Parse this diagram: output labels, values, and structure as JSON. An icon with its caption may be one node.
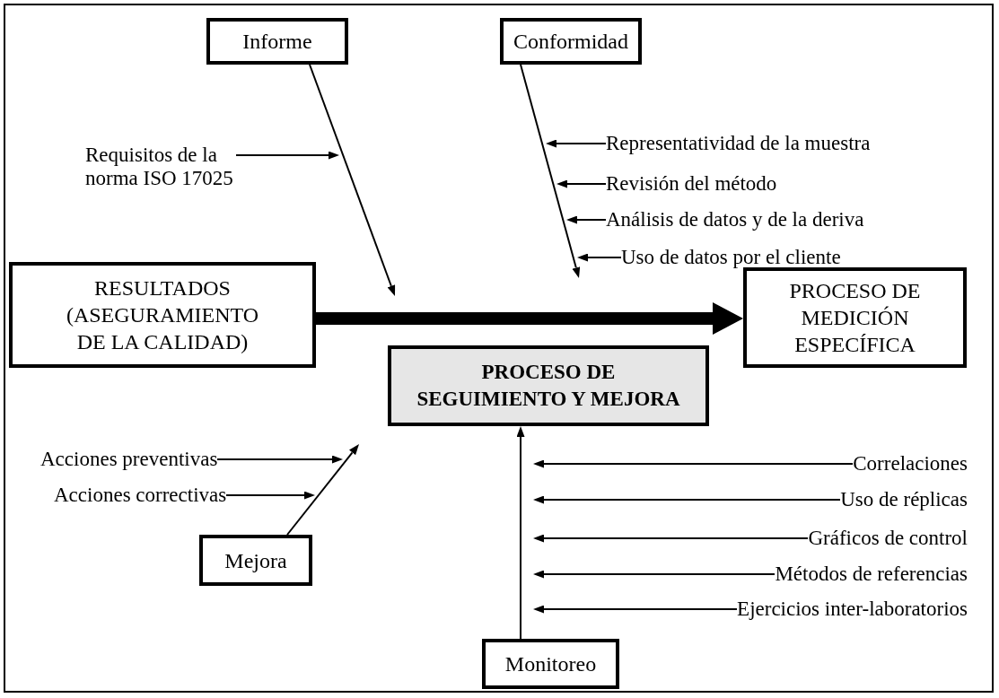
{
  "diagram": {
    "nodes": [
      {
        "text": [
          "Informe"
        ]
      },
      {
        "text": [
          "Conformidad"
        ]
      },
      {
        "text": [
          "Representatividad de la muestra"
        ]
      },
      {
        "text": [
          "Requisitos de la norma ISO 17025"
        ]
      },
      {
        "text": [
          "Revisión del método"
        ]
      },
      {
        "text": [
          "Análisis de datos y de la deriva"
        ]
      },
      {
        "text": [
          "Uso de datos por el cliente"
        ]
      },
      {
        "text": [
          "RESULTADOS (ASEGURAMIENTO DE LA CALIDAD)"
        ]
      },
      {
        "text": [
          "PROCESO DE MEDICIÓN ESPECÍFICA"
        ]
      },
      {
        "text": [
          "PROCESO DE SEGUIMIENTO Y MEJORA"
        ]
      },
      {
        "text": [
          "Acciones preventivas"
        ]
      },
      {
        "text": [
          "Correlaciones"
        ]
      },
      {
        "text": [
          "Acciones correctivas"
        ]
      },
      {
        "text": [
          "Uso de réplicas"
        ]
      },
      {
        "text": [
          "Gráficos de control"
        ]
      },
      {
        "text": [
          "Mejora"
        ]
      },
      {
        "text": [
          "Métodos de referencias"
        ]
      },
      {
        "text": [
          "Ejercicios inter-laboratorios"
        ]
      },
      {
        "text": [
          "Monitoreo"
        ]
      }
    ],
    "edges": [
      {
        "from": 0,
        "to": null,
        "arrow": "to"
      },
      {
        "from": 1,
        "to": null,
        "arrow": "to"
      },
      {
        "from": 3,
        "to": null,
        "arrow": "to"
      },
      {
        "from": 2,
        "to": null,
        "arrow": "to"
      },
      {
        "from": 4,
        "to": null,
        "arrow": "to"
      },
      {
        "from": 5,
        "to": null,
        "arrow": "to"
      },
      {
        "from": 6,
        "to": null,
        "arrow": "to"
      },
      {
        "from": 7,
        "to": 8,
        "arrow": "to",
        "style": "thick"
      },
      {
        "from": 15,
        "to": null,
        "arrow": "to"
      },
      {
        "from": 10,
        "to": null,
        "arrow": "to"
      },
      {
        "from": 12,
        "to": null,
        "arrow": "to"
      },
      {
        "from": 18,
        "to": 9,
        "arrow": "to"
      },
      {
        "from": 11,
        "to": null,
        "arrow": "to"
      },
      {
        "from": 13,
        "to": null,
        "arrow": "to"
      },
      {
        "from": 14,
        "to": null,
        "arrow": "to"
      },
      {
        "from": 16,
        "to": null,
        "arrow": "to"
      },
      {
        "from": 17,
        "to": null,
        "arrow": "to"
      }
    ]
  }
}
